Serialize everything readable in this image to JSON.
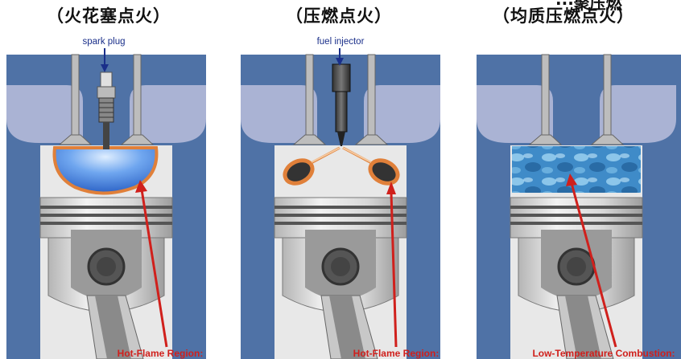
{
  "panels": [
    {
      "title": "（火花塞点火）",
      "callout": "spark plug",
      "region_label": "Hot-Flame Region:"
    },
    {
      "title": "（压燃点火）",
      "callout": "fuel injector",
      "region_label": "Hot-Flame Region:"
    },
    {
      "title": "（均质压燃点火）",
      "cut_title": "···聚压燃",
      "callout": "",
      "region_label": "Low-Temperature Combustion:"
    }
  ],
  "colors": {
    "engine_block": "#4f72a6",
    "port": "#aab3d4",
    "cylinder": "#e6e6e6",
    "flame_blue": "#4f8fe0",
    "flame_edge": "#e0803a",
    "callout_arrow": "#1a2f8a",
    "region_arrow": "#d0201c"
  },
  "icons": [
    "spark-plug-icon",
    "fuel-injector-icon",
    "piston-icon",
    "valve-icon"
  ]
}
